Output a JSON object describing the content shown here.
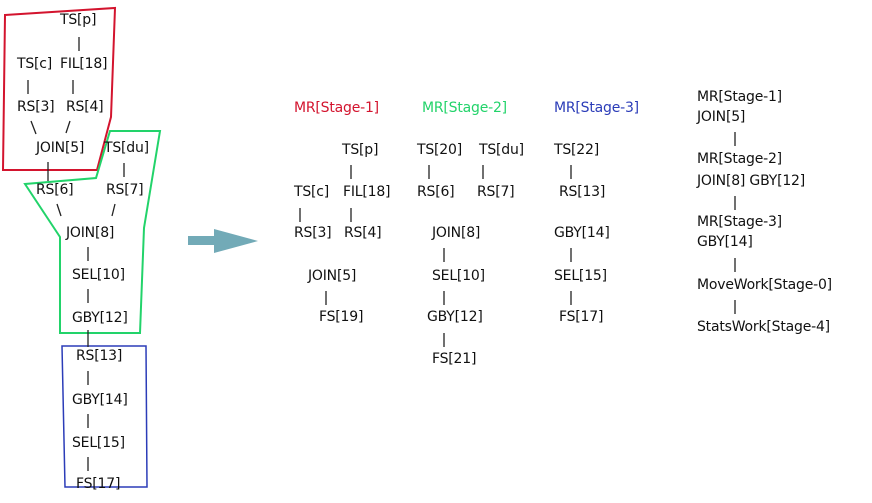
{
  "colors": {
    "stage1": "#d3142e",
    "stage2": "#22d36a",
    "stage3": "#2b3cb8",
    "arrow": "#72aab7"
  },
  "left_plan": {
    "nodes": [
      "TS[p]",
      "TS[c]",
      "FIL[18]",
      "RS[3]",
      "RS[4]",
      "JOIN[5]",
      "TS[du]",
      "RS[6]",
      "RS[7]",
      "JOIN[8]",
      "SEL[10]",
      "GBY[12]",
      "RS[13]",
      "GBY[14]",
      "SEL[15]",
      "FS[17]"
    ]
  },
  "stages": [
    {
      "title": "MR[Stage-1]",
      "nodes": [
        "TS[p]",
        "TS[c]",
        "FIL[18]",
        "RS[3]",
        "RS[4]",
        "JOIN[5]",
        "FS[19]"
      ]
    },
    {
      "title": "MR[Stage-2]",
      "nodes": [
        "TS[20]",
        "TS[du]",
        "RS[6]",
        "RS[7]",
        "JOIN[8]",
        "SEL[10]",
        "GBY[12]",
        "FS[21]"
      ]
    },
    {
      "title": "MR[Stage-3]",
      "nodes": [
        "TS[22]",
        "RS[13]",
        "GBY[14]",
        "SEL[15]",
        "FS[17]"
      ]
    }
  ],
  "right_plan": {
    "items": [
      "MR[Stage-1]",
      "JOIN[5]",
      "MR[Stage-2]",
      "JOIN[8] GBY[12]",
      "MR[Stage-3]",
      "GBY[14]",
      "MoveWork[Stage-0]",
      "StatsWork[Stage-4]"
    ]
  }
}
